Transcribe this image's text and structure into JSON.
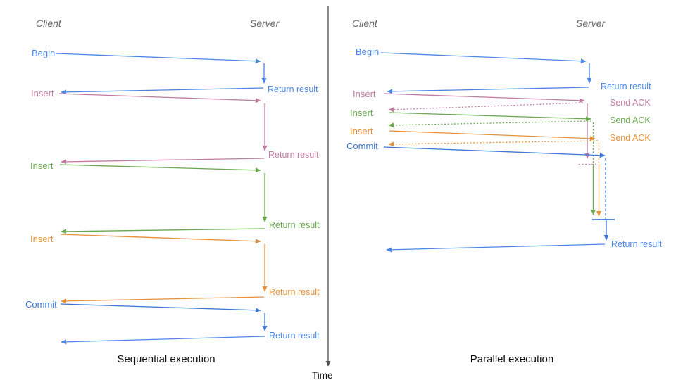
{
  "panels": {
    "left": {
      "title": "Sequential execution",
      "client": "Client",
      "server": "Server",
      "rows": [
        {
          "op": "Begin",
          "ret": "Return result"
        },
        {
          "op": "Insert",
          "ret": "Return result"
        },
        {
          "op": "Insert",
          "ret": "Return result"
        },
        {
          "op": "Insert",
          "ret": "Return result"
        },
        {
          "op": "Commit",
          "ret": "Return result"
        }
      ]
    },
    "right": {
      "title": "Parallel execution",
      "client": "Client",
      "server": "Server",
      "rows": [
        {
          "op": "Begin",
          "ret": "Return result"
        },
        {
          "op": "Insert",
          "ret": "Send ACK"
        },
        {
          "op": "Insert",
          "ret": "Send ACK"
        },
        {
          "op": "Insert",
          "ret": "Send ACK"
        },
        {
          "op": "Commit",
          "ret": "Return result"
        }
      ]
    }
  },
  "time_axis": {
    "label": "Time"
  },
  "colors": {
    "blue": "#4a86e8",
    "commit_blue": "#3c78d8",
    "pink": "#c27ba0",
    "green": "#6aa84f",
    "orange": "#e69138",
    "axis": "#4d4d4d",
    "header": "#666666",
    "title": "#111111"
  }
}
